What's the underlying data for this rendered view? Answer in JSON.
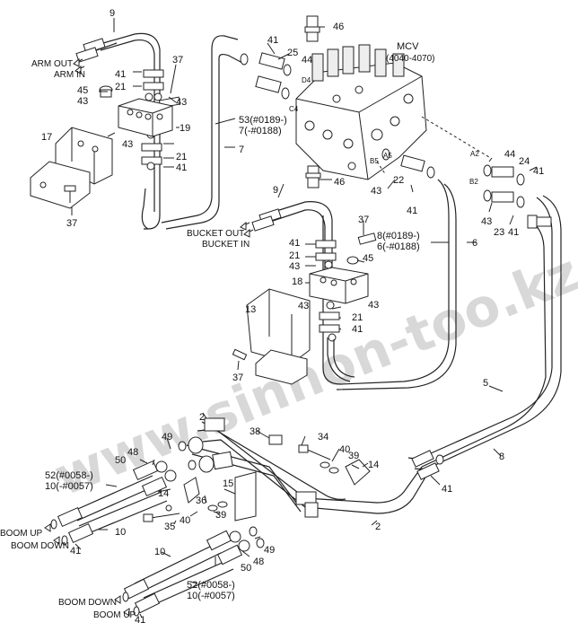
{
  "diagram": {
    "watermark": "www.sinhon-too.kz",
    "mcv_label": "MCV",
    "mcv_range": "(4040-4070)",
    "port_labels": {
      "d4": "D4",
      "c4": "C4",
      "a2": "A2",
      "b2": "B2",
      "a5": "A5",
      "b5": "B5"
    },
    "flow_labels": {
      "arm_out": "ARM OUT",
      "arm_in": "ARM IN",
      "bucket_out": "BUCKET OUT",
      "bucket_in": "BUCKET IN",
      "boom_up_1": "BOOM UP",
      "boom_down_1": "BOOM DOWN",
      "boom_down_2": "BOOM DOWN",
      "boom_up_2": "BOOM UP"
    },
    "callouts": {
      "c9a": "9",
      "c46a": "46",
      "c41a": "41",
      "c25": "25",
      "c44a": "44",
      "c37a": "37",
      "c41b": "41",
      "c21a": "21",
      "c45a": "45",
      "c43a": "43",
      "c43b": "43",
      "c19": "19",
      "c17": "17",
      "c53a": "53(#0189-)",
      "c7a": "7(-#0188)",
      "c43c": "43",
      "c21b": "21",
      "c41c": "41",
      "c7b": "7",
      "c37b": "37",
      "c46b": "46",
      "c44b": "44",
      "c24": "24",
      "c41d": "41",
      "c43d": "43",
      "c22": "22",
      "c41e": "41",
      "c43e": "43",
      "c23": "23",
      "c41f": "41",
      "c9b": "9",
      "c37c": "37",
      "c8a": "8(#0189-)",
      "c6a": "6(-#0188)",
      "c6b": "6",
      "c41g": "41",
      "c21c": "21",
      "c43f": "43",
      "c45b": "45",
      "c18": "18",
      "c13": "13",
      "c43g": "43",
      "c43h": "43",
      "c21d": "21",
      "c41h": "41",
      "c37d": "37",
      "c5": "5",
      "c2a": "2",
      "c38": "38",
      "c34": "34",
      "c40a": "40",
      "c39a": "39",
      "c14a": "14",
      "c8b": "8",
      "c41i": "41",
      "c49a": "49",
      "c48a": "48",
      "c50a": "50",
      "c52a": "52(#0058-)",
      "c10a": "10(-#0057)",
      "c14b": "14",
      "c15": "15",
      "c36": "36",
      "c35": "35",
      "c40b": "40",
      "c39b": "39",
      "c10b": "10",
      "c41j": "41",
      "c2b": "2",
      "c49b": "49",
      "c10c": "10",
      "c48b": "48",
      "c50b": "50",
      "c52b": "52(#0058-)",
      "c10d": "10(-#0057)",
      "c41k": "41"
    }
  }
}
